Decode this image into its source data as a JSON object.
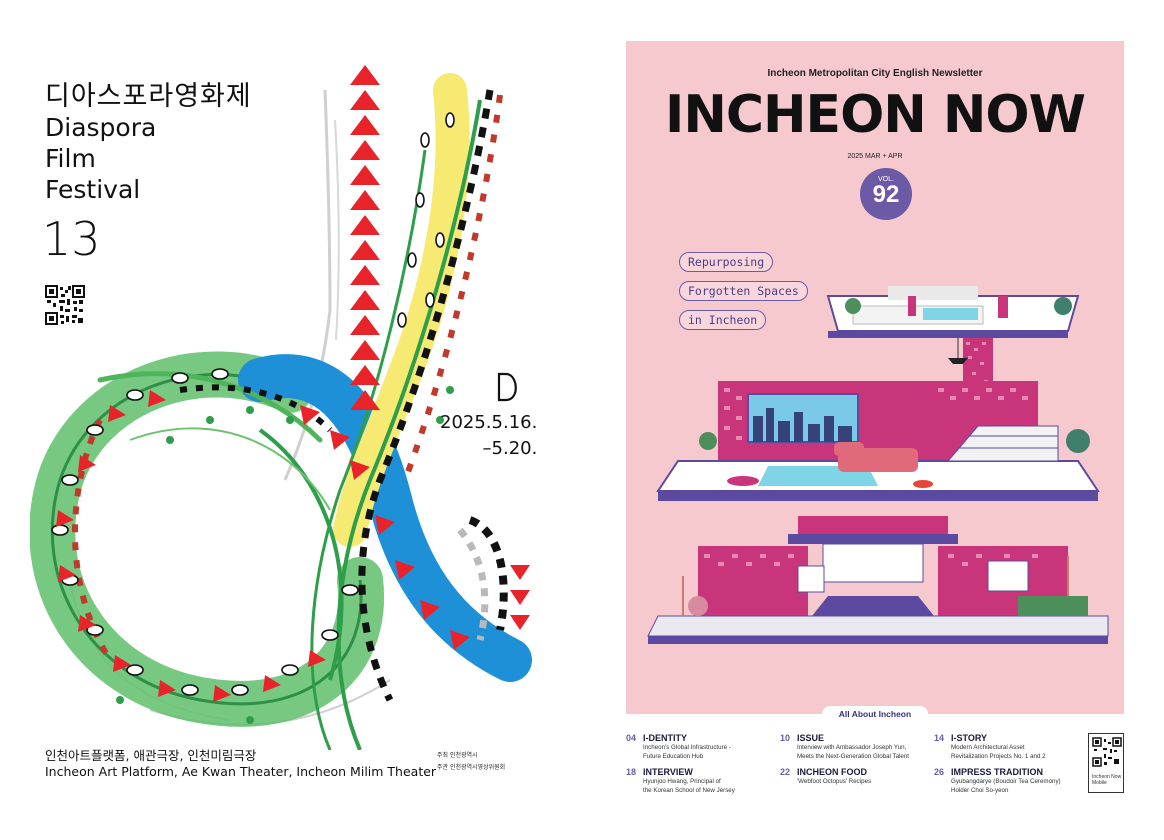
{
  "festival": {
    "title_kr": "디아스포라영화제",
    "title_en_lines": [
      "Diaspora",
      "Film",
      "Festival"
    ],
    "edition": "13",
    "logo_letter": "D",
    "dates_line1": "2025.5.16.",
    "dates_line2": "–5.20.",
    "venues_kr": "인천아트플랫폼, 애관극장, 인천미림극장",
    "venues_en": "Incheon Art Platform, Ae Kwan Theater, Incheon Milim Theater",
    "credit_line1": "주최  인천광역시",
    "credit_line2": "주관  인천광역시영상위원회",
    "colors": {
      "red": "#e8232a",
      "green": "#2e9e4a",
      "light_green": "#6cc26e",
      "blue": "#1e90d8",
      "yellow": "#f6ea72",
      "black": "#111111"
    }
  },
  "newsletter": {
    "subtitle": "Incheon Metropolitan City English Newsletter",
    "title": "INCHEON NOW",
    "issue_date": "2025 MAR + APR",
    "vol_label": "VOL.",
    "vol_number": "92",
    "cover_pills": [
      "Repurposing",
      "Forgotten Spaces",
      "in Incheon"
    ],
    "section_label": "All About Incheon",
    "colors": {
      "background": "#f6c9cf",
      "accent": "#6b5aa6",
      "building": "#c8357a"
    },
    "toc": [
      {
        "page": "04",
        "heading": "I-DENTITY",
        "desc": [
          "Incheon's Global Infrastructure -",
          "Future Education Hub"
        ]
      },
      {
        "page": "10",
        "heading": "ISSUE",
        "desc": [
          "Interview with Ambassador Joseph Yun,",
          "Meets the Next-Generation Global Talent"
        ]
      },
      {
        "page": "14",
        "heading": "I-STORY",
        "desc": [
          "Modern Architectural Asset",
          "Revitalization Projects No. 1 and 2"
        ]
      },
      {
        "page": "18",
        "heading": "INTERVIEW",
        "desc": [
          "Hyunjoo Hwang, Principal of",
          "the Korean School of New Jersey"
        ]
      },
      {
        "page": "22",
        "heading": "INCHEON FOOD",
        "desc": [
          "'Webfoot Octopus' Recipes",
          ""
        ]
      },
      {
        "page": "26",
        "heading": "IMPRESS TRADITION",
        "desc": [
          "Gyubangdarye (Boudoir Tea Ceremony)",
          "Holder Choi So-yeon"
        ]
      }
    ],
    "qr_label": "Incheon Now Mobile"
  }
}
